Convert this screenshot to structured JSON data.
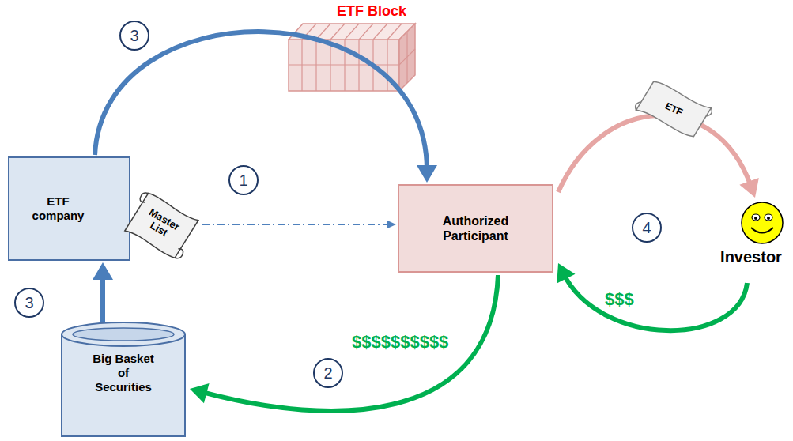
{
  "diagram": {
    "nodes": [
      {
        "text": [
          "ETF company"
        ]
      },
      {
        "text": [
          "Master List"
        ]
      },
      {
        "text": [
          "Authorized Participant"
        ]
      },
      {
        "text": [
          "Investor"
        ]
      },
      {
        "text": [
          "Big Basket of Securities"
        ]
      }
    ],
    "edges": [
      {
        "from": 1,
        "to": 2,
        "arrow": "to"
      },
      {
        "from": 0,
        "to": 2,
        "arrow": "to"
      },
      {
        "from": 4,
        "to": 0,
        "arrow": "to"
      },
      {
        "from": 2,
        "to": 4,
        "label": "$$$$$$$$$$",
        "arrow": "to"
      },
      {
        "from": 3,
        "to": 2,
        "label": "$$$",
        "arrow": "to"
      },
      {
        "from": 2,
        "to": 3,
        "arrow": "to"
      }
    ],
    "labels": [
      "3",
      "ETF Block",
      "1",
      "ETF",
      "4",
      "3",
      "2"
    ]
  }
}
